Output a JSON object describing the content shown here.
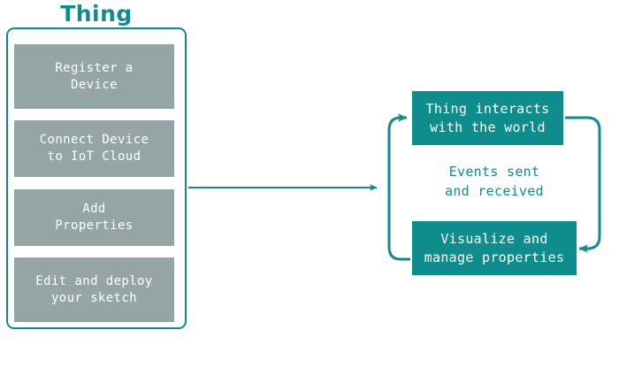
{
  "diagram": {
    "title": "Thing",
    "accent_color": "#0f8d8d",
    "step_color": "#95a5a5",
    "text_color": "#ffffff",
    "background": "#ffffff",
    "steps": [
      {
        "label": "Register a\nDevice"
      },
      {
        "label": "Connect Device\nto IoT Cloud"
      },
      {
        "label": "Add\nProperties"
      },
      {
        "label": "Edit and deploy\nyour sketch"
      }
    ],
    "cycle": {
      "top_box": "Thing interacts\nwith the world",
      "bottom_box": "Visualize and\nmanage properties",
      "caption": "Events sent\nand received"
    },
    "arrows": [
      {
        "name": "thing-to-cycle",
        "direction": "right"
      },
      {
        "name": "cycle-top-to-bottom",
        "direction": "clockwise-right"
      },
      {
        "name": "cycle-bottom-to-top",
        "direction": "clockwise-left"
      }
    ]
  }
}
